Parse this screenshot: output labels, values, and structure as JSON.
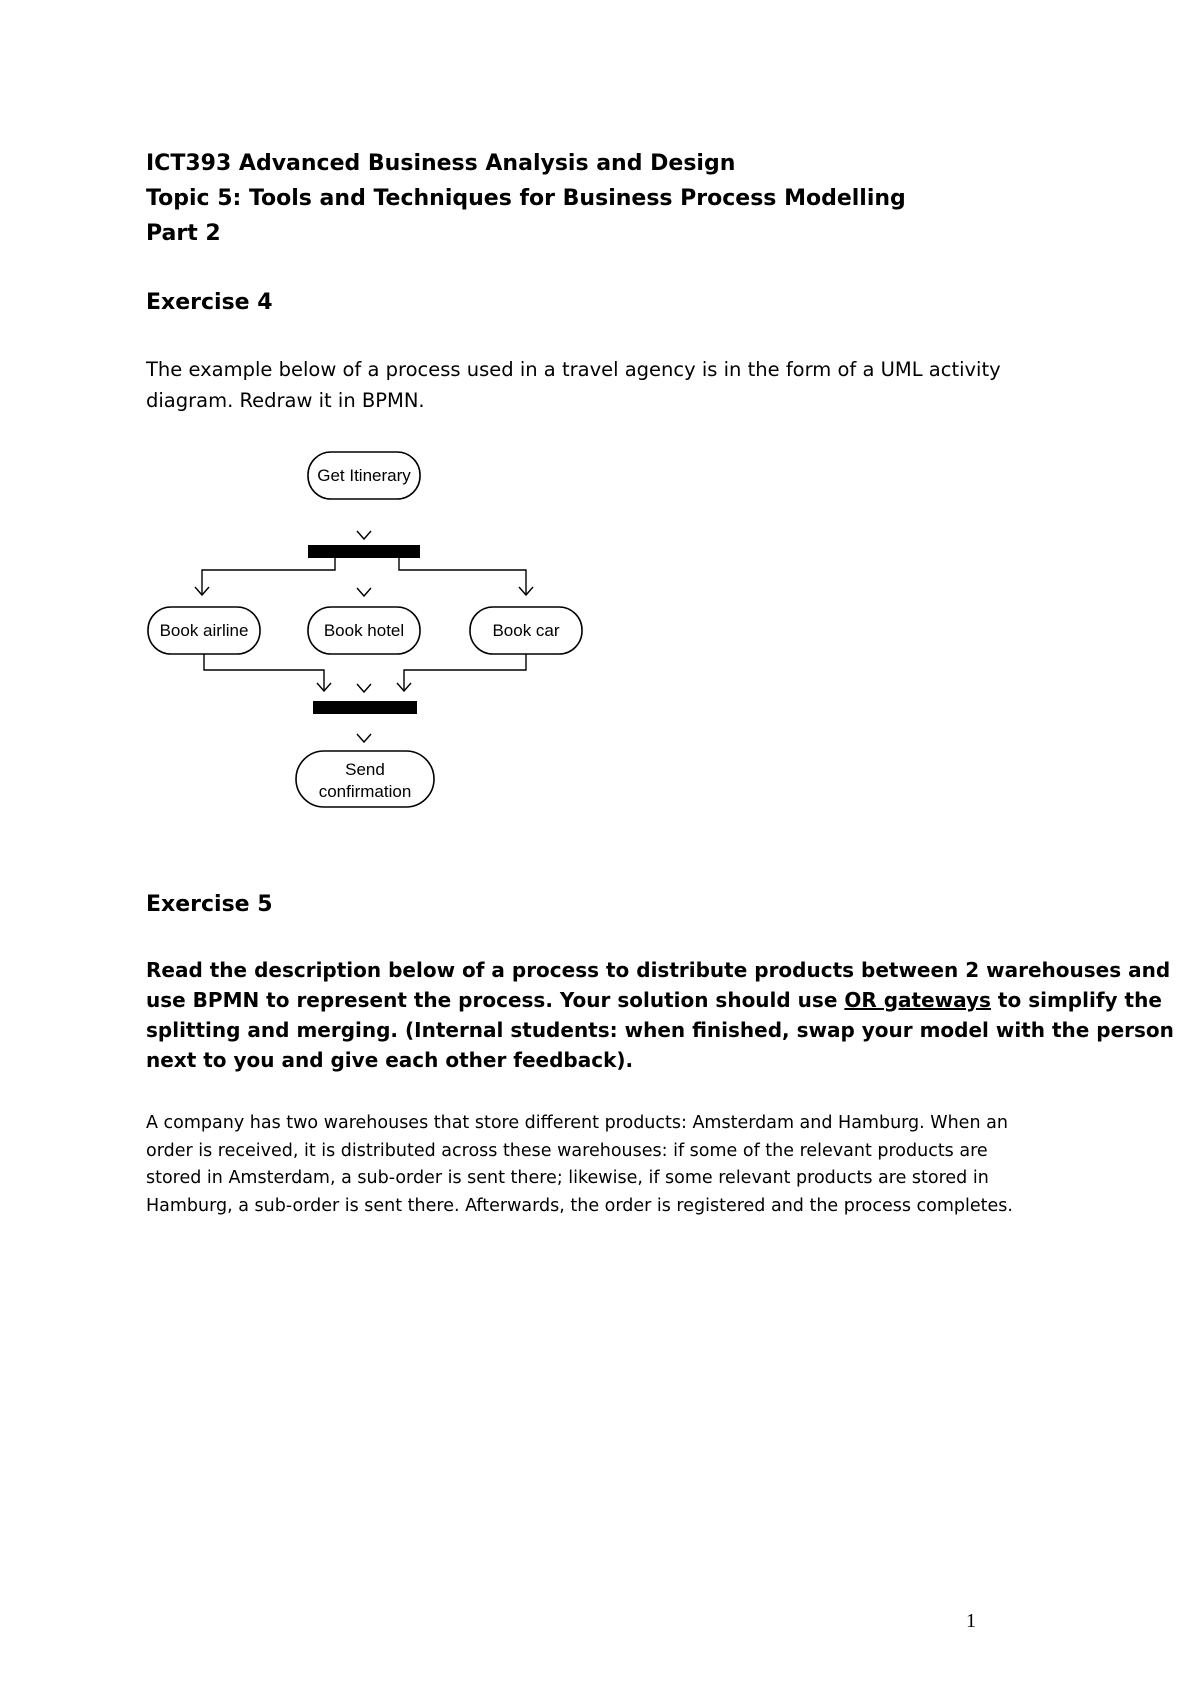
{
  "header": {
    "course": "ICT393 Advanced Business Analysis and Design",
    "topic": "Topic 5: Tools and Techniques for Business Process Modelling",
    "part": "Part 2"
  },
  "exercise4": {
    "title": "Exercise 4",
    "instruction_lines": [
      "The example below of a process used in a travel agency is in the form of a UML activity",
      "diagram.  Redraw it in BPMN."
    ],
    "diagram": {
      "nodes": {
        "get_itinerary": "Get Itinerary",
        "book_airline": "Book airline",
        "book_hotel": "Book hotel",
        "book_car": "Book car",
        "send_confirmation_line1": "Send",
        "send_confirmation_line2": "confirmation"
      }
    }
  },
  "exercise5": {
    "title": "Exercise 5",
    "instruction_line1": "Read the description below of a process to distribute products between 2 warehouses and",
    "instruction_line2_pre": "use BPMN to represent the process. Your solution should use ",
    "instruction_line2_underlined": "OR gateways",
    "instruction_line2_post": " to simplify the",
    "instruction_line3": "splitting and merging. (Internal students: when finished, swap your model with the person",
    "instruction_line4": "next to you and give each other feedback).",
    "description_lines": [
      "A company has two warehouses that store different products: Amsterdam and Hamburg. When an",
      "order is received, it is distributed across these warehouses: if some of the relevant products are",
      "stored in Amsterdam, a sub-order is sent there; likewise, if some relevant products are stored in",
      "Hamburg, a sub-order is sent there. Afterwards, the order is registered and the process completes."
    ]
  },
  "footer": {
    "page_number": "1"
  }
}
